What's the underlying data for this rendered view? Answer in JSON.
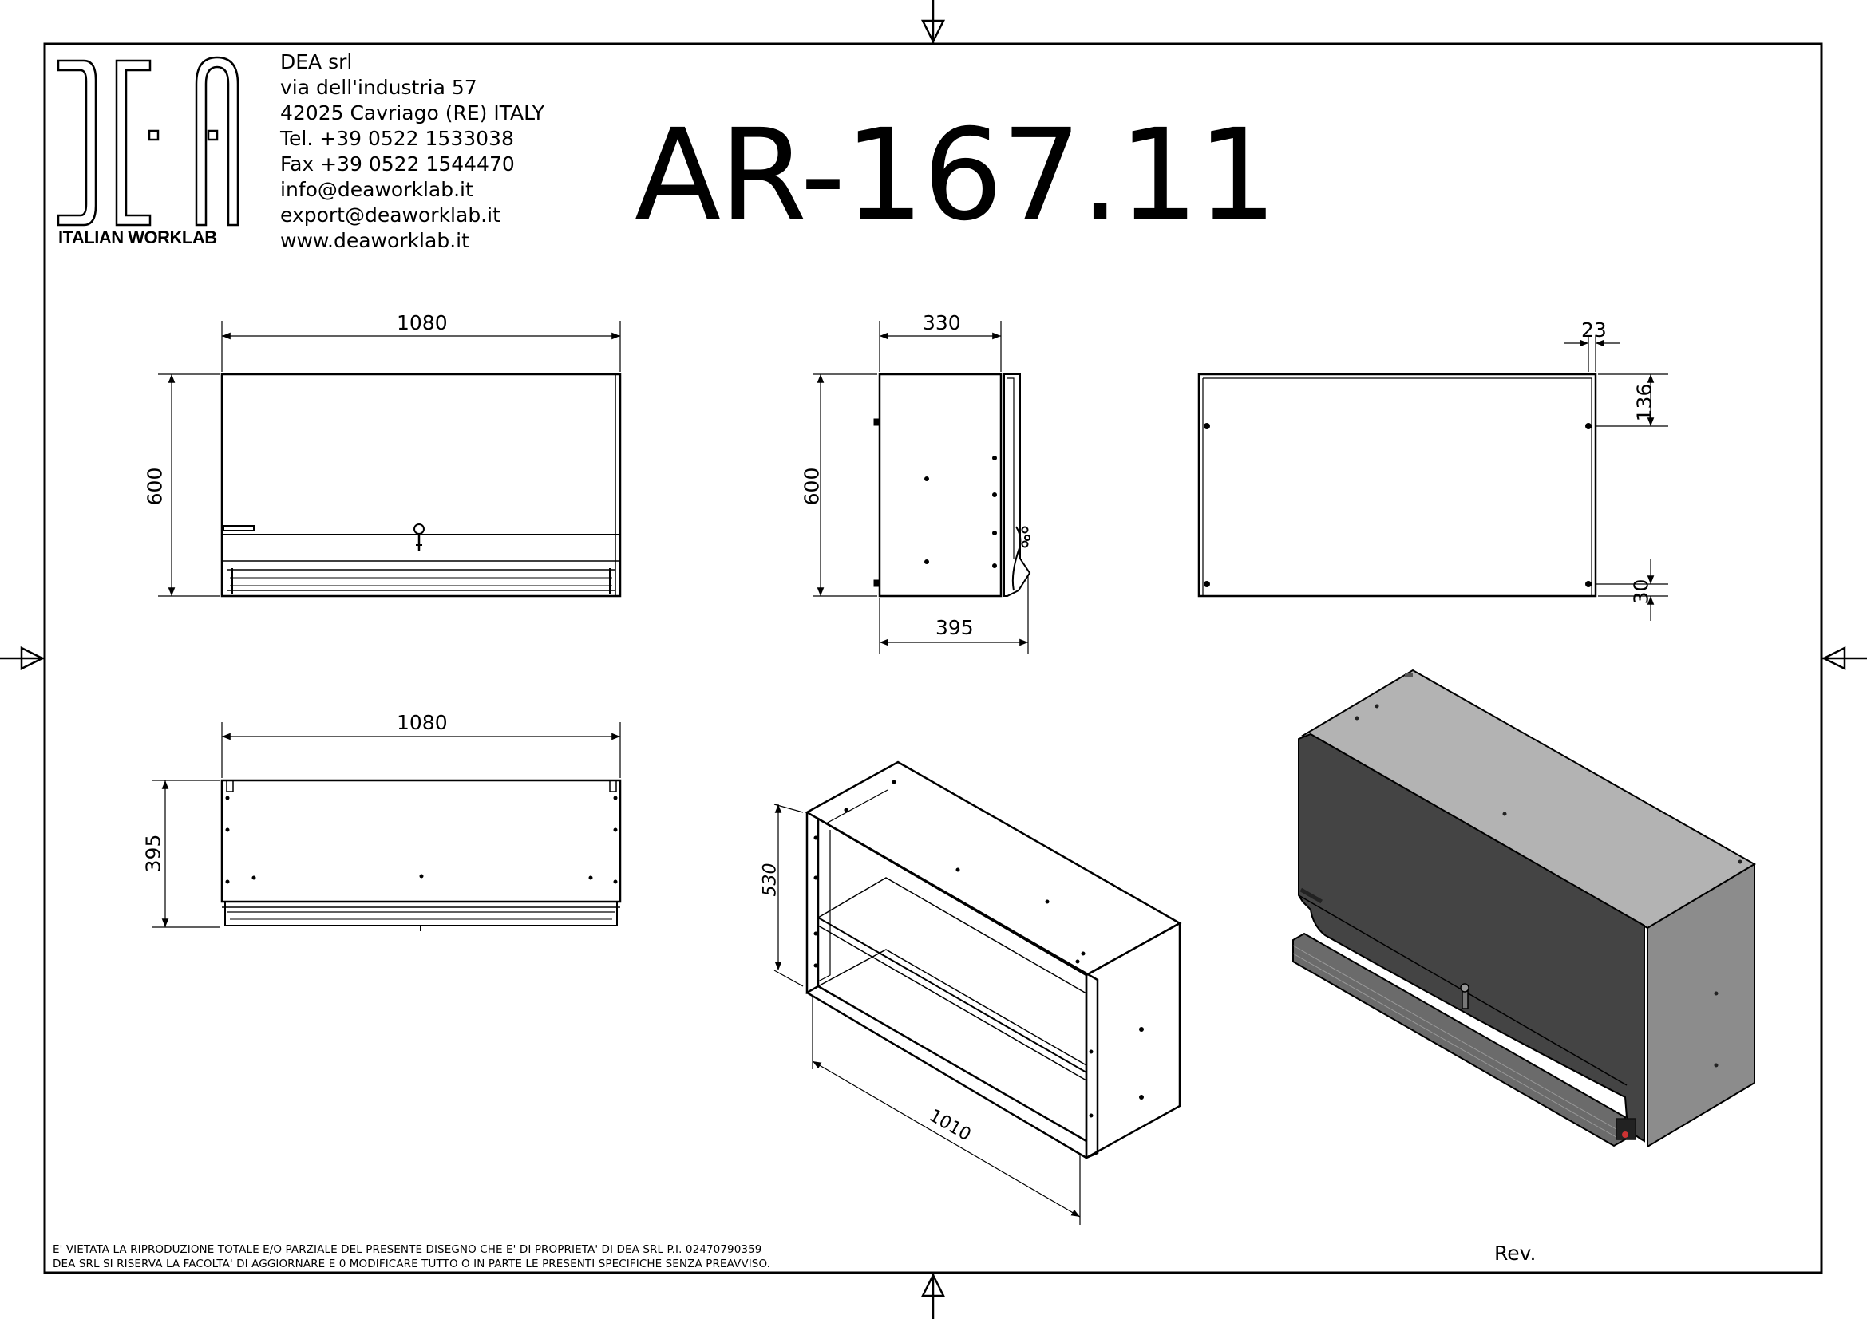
{
  "company": {
    "lines": [
      "DEA srl",
      "via dell'industria 57",
      "42025 Cavriago (RE) ITALY",
      "Tel. +39 0522 1533038",
      "Fax +39 0522 1544470",
      "info@deaworklab.it",
      "export@deaworklab.it",
      "www.deaworklab.it"
    ]
  },
  "logo": {
    "letters": "DEA",
    "subtitle": "ITALIAN WORKLAB"
  },
  "product_code": "AR-167.11",
  "dimensions": {
    "front_width": "1080",
    "front_height": "600",
    "side_depth_top": "330",
    "side_height": "600",
    "side_depth_bottom": "395",
    "back_offset_top": "23",
    "back_upper": "136",
    "back_lower": "30",
    "plan_width": "1080",
    "plan_depth": "395",
    "iso_height": "530",
    "iso_width": "1010"
  },
  "footer": {
    "note_line1": "E' VIETATA LA RIPRODUZIONE TOTALE E/O PARZIALE DEL PRESENTE DISEGNO CHE E' DI PROPRIETA' DI DEA SRL P.I. 02470790359",
    "note_line2": "DEA SRL SI RISERVA LA FACOLTA' DI AGGIORNARE E 0 MODIFICARE TUTTO O IN PARTE LE PRESENTI SPECIFICHE SENZA PREAVVISO.",
    "rev_label": "Rev."
  },
  "colors": {
    "line": "#000000",
    "panel_dark": "#474747",
    "panel_mid": "#8a8a8a",
    "panel_light": "#a8a8a8"
  }
}
